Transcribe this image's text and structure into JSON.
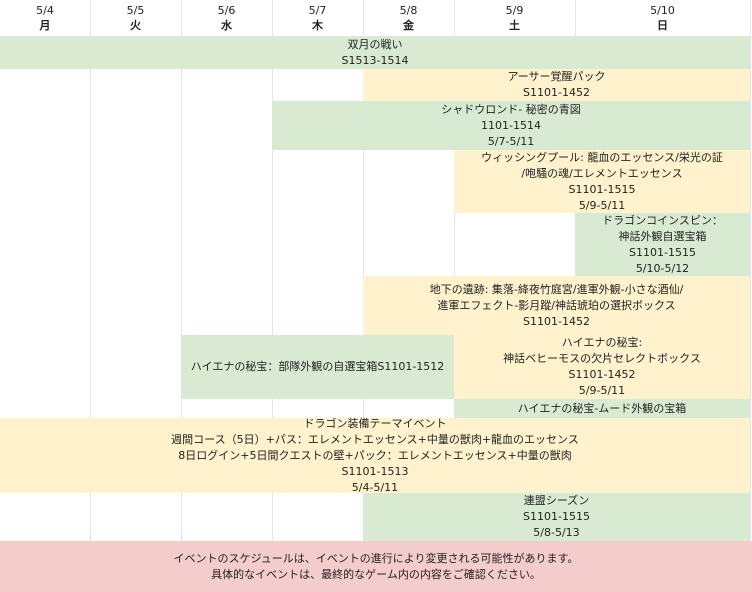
{
  "days": [
    {
      "date": "5/4",
      "weekday": "月"
    },
    {
      "date": "5/5",
      "weekday": "火"
    },
    {
      "date": "5/6",
      "weekday": "水"
    },
    {
      "date": "5/7",
      "weekday": "木"
    },
    {
      "date": "5/8",
      "weekday": "金"
    },
    {
      "date": "5/9",
      "weekday": "土"
    },
    {
      "date": "5/10",
      "weekday": "日"
    }
  ],
  "events": [
    {
      "lines": [
        "双月の戦い",
        "S1513-1514"
      ]
    },
    {
      "lines": [
        "アーサー覚醒パック",
        "S1101-1452"
      ]
    },
    {
      "lines": [
        "シャドウロンド- 秘密の青図",
        "1101-1514",
        "5/7-5/11"
      ]
    },
    {
      "lines": [
        "ウィッシングプール: 龍血のエッセンス/栄光の証",
        "/咆騒の魂/エレメントエッセンス",
        "S1101-1515",
        "5/9-5/11"
      ]
    },
    {
      "lines": [
        "ドラゴンコインスピン：",
        "神話外観自選宝箱",
        "S1101-1515",
        "5/10-5/12"
      ]
    },
    {
      "lines": [
        "地下の遺跡: 集落-絳夜竹庭宮/進軍外観-小さな酒仙/",
        "進軍エフェクト-影月蹤/神話琥珀の選択ボックス",
        "S1101-1452"
      ]
    },
    {
      "lines": [
        "ハイエナの秘宝：部隊外観の自選宝箱S1101-1512"
      ]
    },
    {
      "lines": [
        "ハイエナの秘宝:",
        "神話ベヒーモスの欠片セレクトボックス",
        "S1101-1452",
        "5/9-5/11"
      ]
    },
    {
      "lines": [
        "ハイエナの秘宝-ムード外観の宝箱"
      ]
    },
    {
      "lines": [
        "ドラゴン装備テーマイベント",
        "週間コース（5日）+パス：エレメントエッセンス+中量の獣肉+龍血のエッセンス",
        "8日ログイン+5日間クエストの壁+パック：エレメントエッセンス+中量の獣肉",
        "S1101-1513",
        "5/4-5/11"
      ]
    },
    {
      "lines": [
        "連盟シーズン",
        "S1101-1515",
        "5/8-5/13"
      ]
    }
  ],
  "notice": {
    "lines": [
      "イベントのスケジュールは、イベントの進行により変更される可能性があります。",
      "具体的なイベントは、最終的なゲーム内の内容をご確認ください。"
    ]
  }
}
